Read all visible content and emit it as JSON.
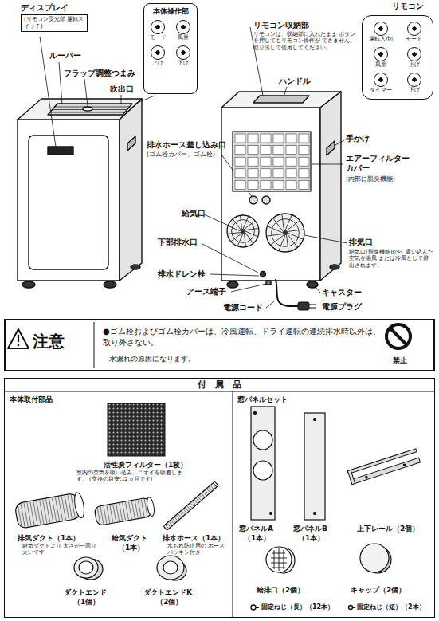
{
  "diagram": {
    "nodes": [
      {
        "text": [
          "ディスプレイ",
          "(リモコン受光部 運転スイッチ)"
        ]
      },
      {
        "text": [
          "本体操作部",
          "モード",
          "風量",
          "上げ",
          "下げ"
        ]
      },
      {
        "text": [
          "リモコン",
          "運転入/切",
          "モード",
          "風量",
          "上げ",
          "タイマー",
          "下げ"
        ]
      },
      {
        "text": [
          "注意",
          "●ゴム栓およびゴム栓カバーは、冷風運転、ドライ運転の連続排水時以外は、取り外さない。",
          "水漏れの原因になります。",
          "禁止"
        ]
      },
      {
        "text": [
          "付　属　品"
        ]
      }
    ],
    "labels": [
      "ルーバー",
      "フラップ調整つまみ",
      "吹出口",
      "リモコン収納部",
      "リモコンは、収納部に入れたまま ボタンを押してもリモコン操作が できません。 取り出して使用してください。",
      "ハンドル",
      "排水ホース差し込み口",
      "(ゴム栓カバー、ゴム栓)",
      "手かけ",
      "エアーフィルター カバー",
      "(内部に脱臭機能)",
      "給気口",
      "下部排水口",
      "排気口",
      "給気口(脱臭機能)から 吸い込んだ空気を温風 または冷風として排 出されます。",
      "排水ドレン栓",
      "キャスター",
      "アース端子",
      "電源コード",
      "電源プラグ",
      "本体取付部品",
      "活性炭フィルター（1枚）",
      "室内の空気を吸い込み、ニオイを吸着します。 (交換の目安は2ヵ月です)",
      "排気ダクト（1本）",
      "給気ダクトより 太さが一回り太いです",
      "給気ダクト",
      "（1本）",
      "排水ホース（1本）",
      "水もれ防止用の ホースパッキン付き",
      "ダクトエンド",
      "（1個）",
      "ダクトエンドK",
      "（2個）",
      "窓パネルセット",
      "窓パネルA",
      "（1本）",
      "窓パネルB",
      "（1本）",
      "上下レール（2個）",
      "給排口（2個）",
      "キャップ（2個）",
      "固定ねじ（長）（12本）",
      "固定ねじ（短）（2本）"
    ]
  }
}
